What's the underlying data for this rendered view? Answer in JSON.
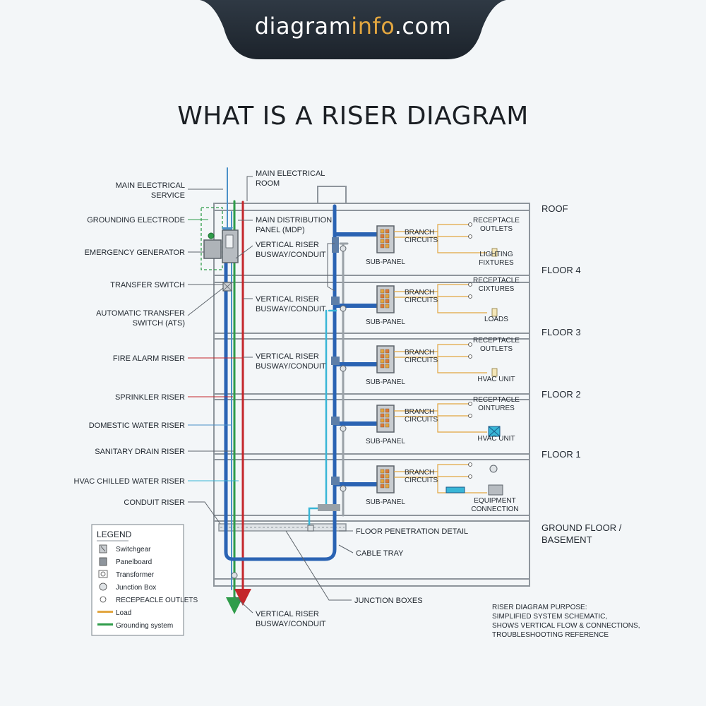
{
  "site": {
    "brand_main": "diagram",
    "brand_accent": "info",
    "brand_suffix": ".com"
  },
  "title": "WHAT IS A RISER DIAGRAM",
  "colors": {
    "electrical": "#2a63b3",
    "fire": "#c4262b",
    "domestic": "#4a90c8",
    "hvac": "#38b6d6",
    "load": "#e2a640",
    "grounding": "#2f9c4a",
    "frame": "#8e959c"
  },
  "left_labels": {
    "main_service": [
      "MAIN ELECTRICAL",
      "SERVICE"
    ],
    "grounding_electrode": "GROUNDING ELECTRODE",
    "emergency_generator": "EMERGENCY GENERATOR",
    "transfer_switch": "TRANSFER SWITCH",
    "ats": [
      "AUTOMATIC TRANSFER",
      "SWITCH (ATS)"
    ],
    "fire_alarm": "FIRE ALARM RISER",
    "sprinkler": "SPRINKLER RISER",
    "domestic_water": "DOMESTIC WATER RISER",
    "sanitary_drain": "SANITARY DRAIN RISER",
    "hvac_chilled": "HVAC CHILLED WATER RISER",
    "conduit_riser": "CONDUIT RISER"
  },
  "mid_labels": {
    "main_room": [
      "MAIN ELECTRICAL",
      "ROOM"
    ],
    "mdp": [
      "MAIN DISTRIBUTION",
      "PANEL (MDP)"
    ],
    "busway_1": [
      "VERTICAL RISER",
      "BUSWAY/CONDUIT"
    ],
    "busway_2": [
      "VERTICAL RISER",
      "BUSWAY/CONDUIT"
    ],
    "busway_3": [
      "VERTICAL RISER",
      "BUSWAY/CONDUIT"
    ],
    "busway_bottom": [
      "VERTICAL RISER",
      "BUSWAY/CONDUIT"
    ],
    "floor_penetration": "FLOOR PENETRATION DETAIL",
    "cable_tray": "CABLE TRAY",
    "junction_boxes": "JUNCTION BOXES"
  },
  "floors": [
    {
      "name": "ROOF",
      "sub": ""
    },
    {
      "name": "FLOOR 4",
      "sub": ""
    },
    {
      "name": "FLOOR 3",
      "sub": ""
    },
    {
      "name": "FLOOR 2",
      "sub": ""
    },
    {
      "name": "FLOOR 1",
      "sub": ""
    },
    {
      "name": "GROUND FLOOR /",
      "sub": "BASEMENT"
    }
  ],
  "circuits": [
    {
      "panel": "SUB-PANEL",
      "branch": [
        "BRANCH",
        "CIRCUITS"
      ],
      "top": [
        "RECEPTACLE",
        "OUTLETS"
      ],
      "bottom": [
        "LIGHTING",
        "FIXTURES"
      ]
    },
    {
      "panel": "SUB-PANEL",
      "branch": [
        "BRANCH",
        "CIRCUITS"
      ],
      "top": [
        "RECEPTACLE",
        "CIXTURES"
      ],
      "bottom": [
        "LOADS",
        ""
      ]
    },
    {
      "panel": "SUB-PANEL",
      "branch": [
        "BRANCH",
        "CIRCUITS"
      ],
      "top": [
        "RECEPTACLE",
        "OUTLETS"
      ],
      "bottom": [
        "HVAC UNIT",
        ""
      ]
    },
    {
      "panel": "SUB-PANEL",
      "branch": [
        "BRANCH",
        "CIRCUITS"
      ],
      "top": [
        "RECEPTACLE",
        "OINTURES"
      ],
      "bottom": [
        "HVAC UNIT",
        ""
      ]
    },
    {
      "panel": "SUB-PANEL",
      "branch": [
        "BRANCH",
        "CIRCUITS"
      ],
      "top": [
        "",
        ""
      ],
      "bottom": [
        "EQUIPMENT",
        "CONNECTION"
      ]
    }
  ],
  "legend": {
    "title": "LEGEND",
    "items": [
      {
        "label": "Switchgear",
        "icon": "switchgear-icon"
      },
      {
        "label": "Panelboard",
        "icon": "panelboard-icon"
      },
      {
        "label": "Transformer",
        "icon": "transformer-icon"
      },
      {
        "label": "Junction Box",
        "icon": "junction-box-icon"
      },
      {
        "label": "RECEPEACLE OUTLETS",
        "icon": "receptacle-icon"
      },
      {
        "label": "Load",
        "icon": "load-line-icon"
      },
      {
        "label": "Grounding system",
        "icon": "grounding-line-icon"
      }
    ]
  },
  "purpose": [
    "RISER DIAGRAM PURPOSE:",
    "SIMPLIFIED SYSTEM SCHEMATIC,",
    "SHOWS VERTICAL FLOW & CONNECTIONS,",
    "TROUBLESHOOTING REFERENCE"
  ]
}
